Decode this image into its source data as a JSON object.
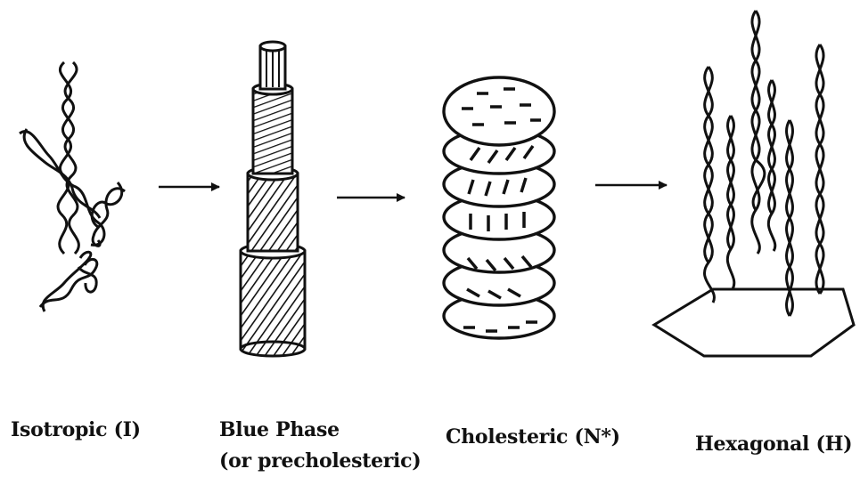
{
  "phases": [
    {
      "id": "isotropic",
      "label": "Isotropic (I)"
    },
    {
      "id": "blue_phase",
      "label": "Blue Phase",
      "sublabel": "(or precholesteric)"
    },
    {
      "id": "cholesteric",
      "label": "Cholesteric (N*)"
    },
    {
      "id": "hexagonal",
      "label": "Hexagonal  (H)"
    }
  ],
  "colors": {
    "ink": "#111111",
    "background": "#ffffff"
  }
}
